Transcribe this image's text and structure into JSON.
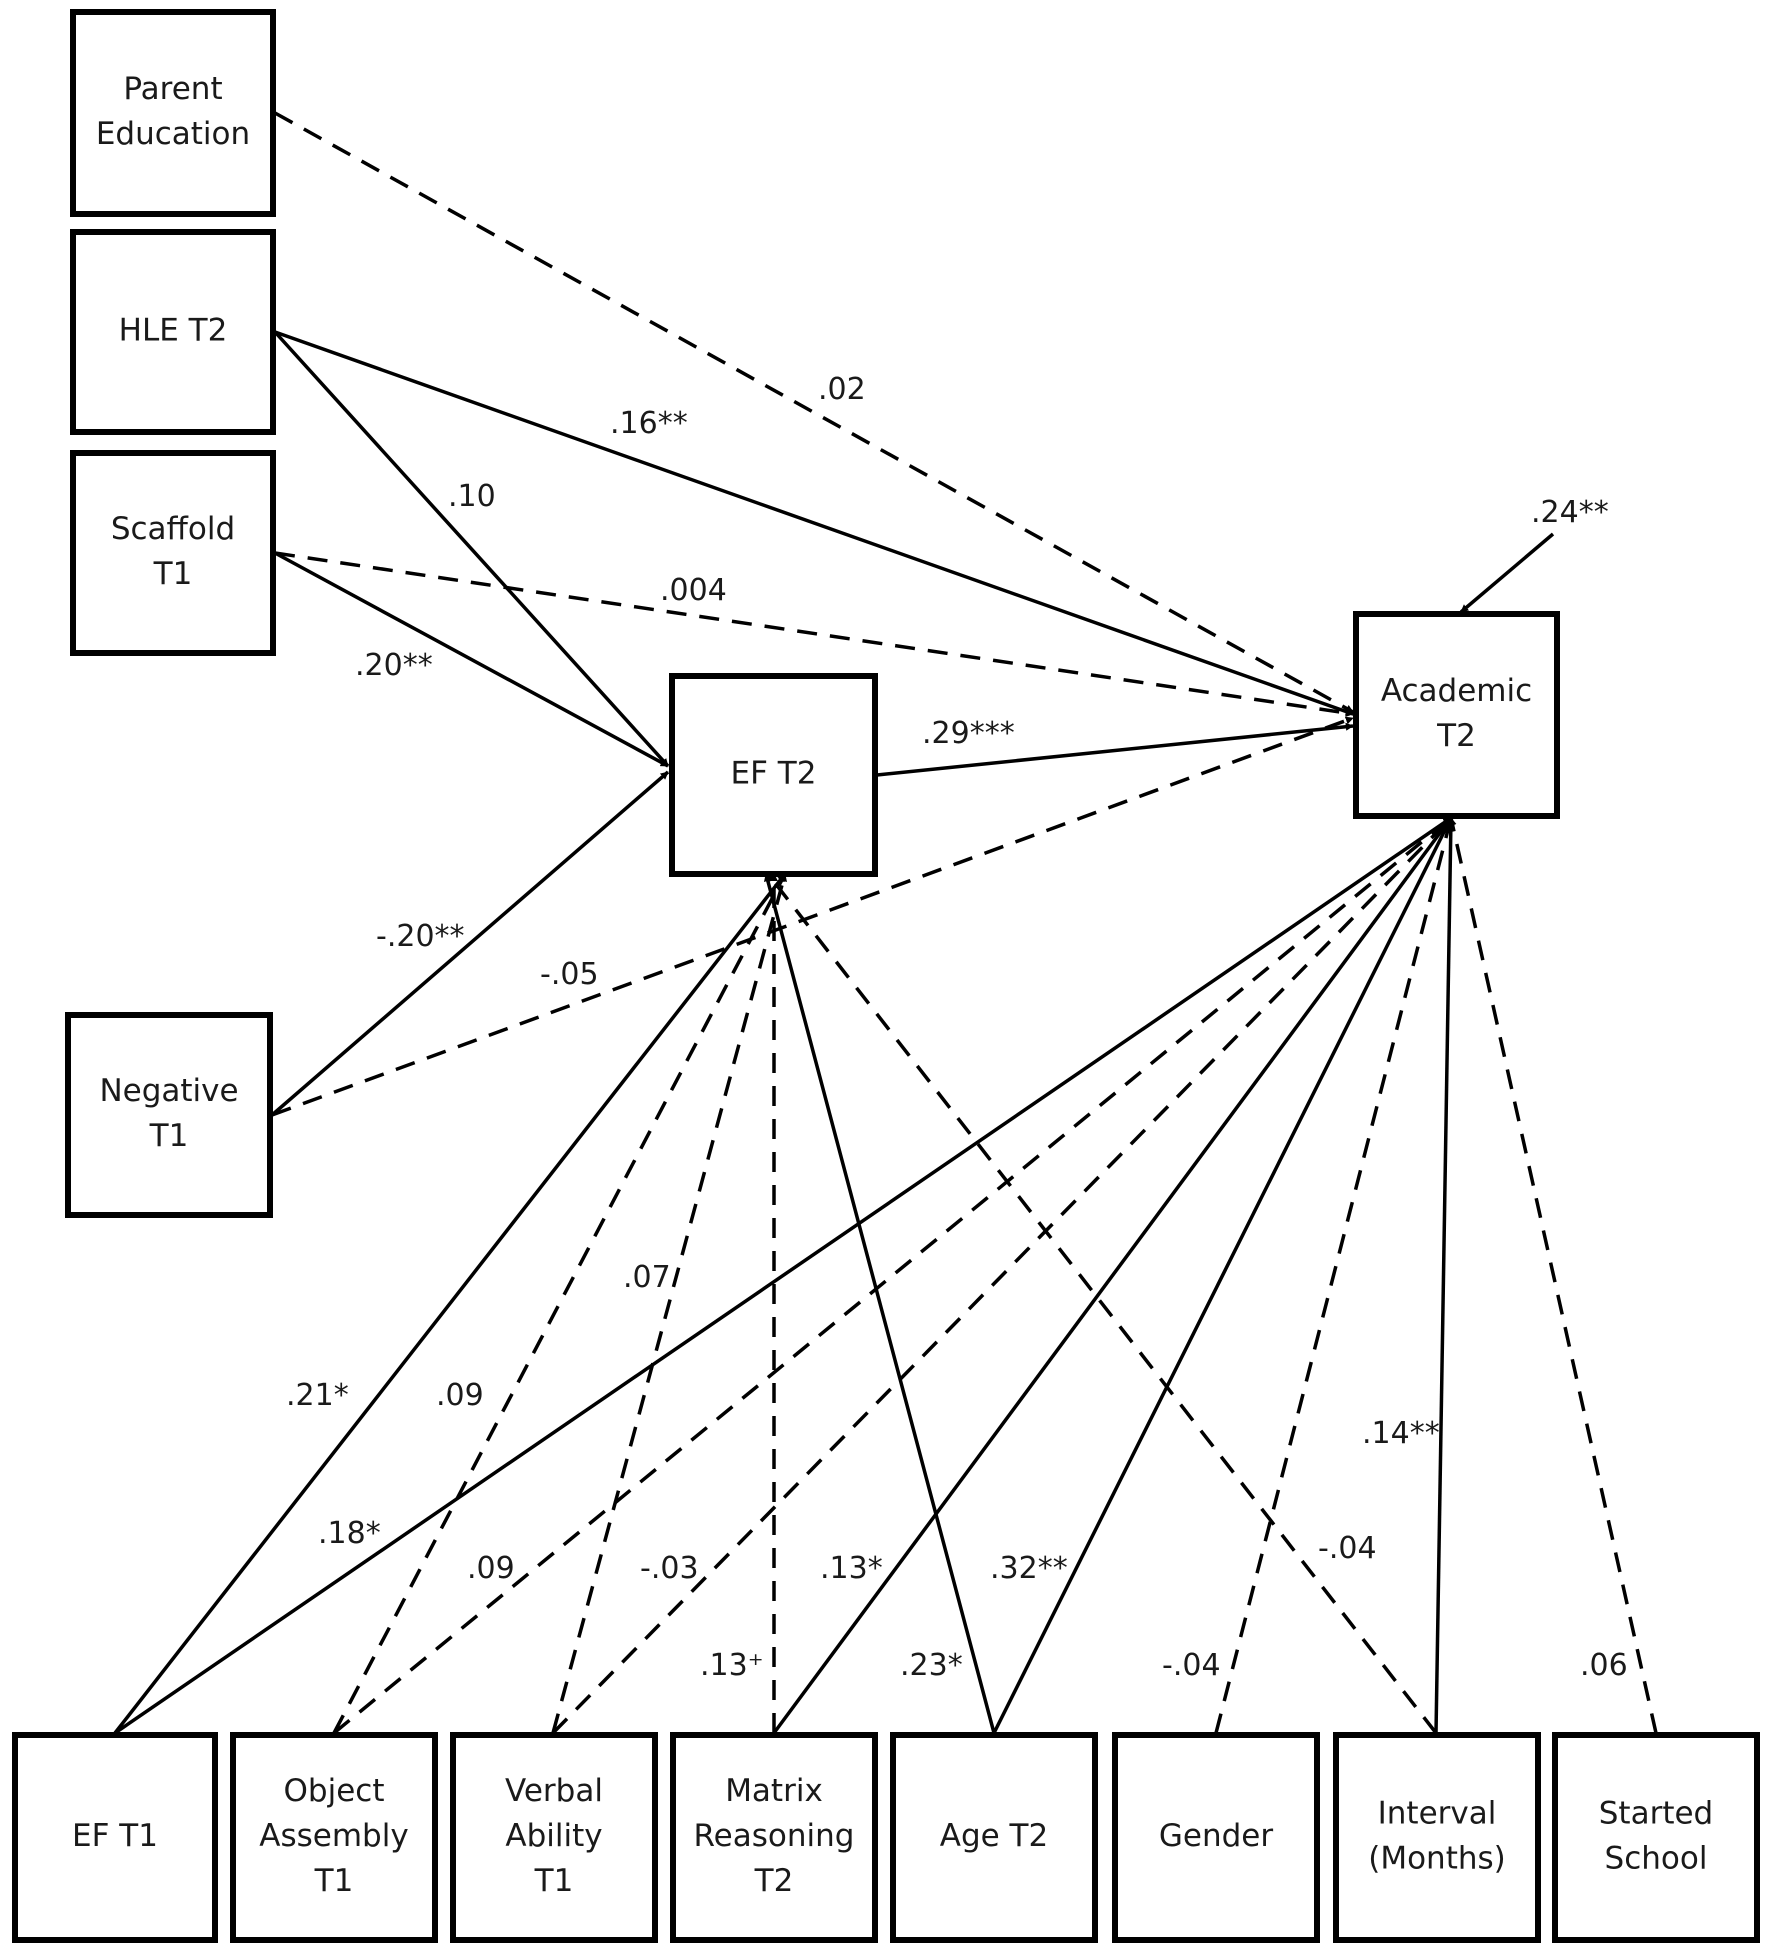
{
  "nodes": {
    "parent_education": [
      "Parent",
      "Education"
    ],
    "hle_t2": [
      "HLE T2"
    ],
    "scaffold_t1": [
      "Scaffold",
      "T1"
    ],
    "negative_t1": [
      "Negative",
      "T1"
    ],
    "ef_t2": [
      "EF T2"
    ],
    "academic_t2": [
      "Academic",
      "T2"
    ],
    "ef_t1": [
      "EF T1"
    ],
    "object_assembly_t1": [
      "Object",
      "Assembly",
      "T1"
    ],
    "verbal_ability_t1": [
      "Verbal",
      "Ability",
      "T1"
    ],
    "matrix_reasoning_t2": [
      "Matrix",
      "Reasoning",
      "T2"
    ],
    "age_t2": [
      "Age T2"
    ],
    "gender": [
      "Gender"
    ],
    "interval_months": [
      "Interval",
      "(Months)"
    ],
    "started_school": [
      "Started",
      "School"
    ]
  },
  "paths": [
    {
      "from": "parent_education",
      "to": "academic_t2",
      "coef": ".02",
      "significant": false
    },
    {
      "from": "hle_t2",
      "to": "academic_t2",
      "coef": ".16**",
      "significant": true
    },
    {
      "from": "hle_t2",
      "to": "ef_t2",
      "coef": ".10",
      "significant": true
    },
    {
      "from": "scaffold_t1",
      "to": "academic_t2",
      "coef": ".004",
      "significant": false
    },
    {
      "from": "scaffold_t1",
      "to": "ef_t2",
      "coef": ".20**",
      "significant": true
    },
    {
      "from": "ef_t2",
      "to": "academic_t2",
      "coef": ".29***",
      "significant": true
    },
    {
      "from": "negative_t1",
      "to": "ef_t2",
      "coef": "-.20**",
      "significant": true
    },
    {
      "from": "negative_t1",
      "to": "academic_t2",
      "coef": "-.05",
      "significant": false
    },
    {
      "from": "ef_t1",
      "to": "ef_t2",
      "coef": ".21*",
      "significant": true
    },
    {
      "from": "ef_t1",
      "to": "academic_t2",
      "coef": ".18*",
      "significant": true
    },
    {
      "from": "object_assembly_t1",
      "to": "ef_t2",
      "coef": ".09",
      "significant": false
    },
    {
      "from": "object_assembly_t1",
      "to": "academic_t2",
      "coef": ".09",
      "significant": false
    },
    {
      "from": "verbal_ability_t1",
      "to": "ef_t2",
      "coef": ".07",
      "significant": false
    },
    {
      "from": "verbal_ability_t1",
      "to": "academic_t2",
      "coef": "-.03",
      "significant": false
    },
    {
      "from": "matrix_reasoning_t2",
      "to": "ef_t2",
      "coef": ".13⁺",
      "significant": false
    },
    {
      "from": "matrix_reasoning_t2",
      "to": "academic_t2",
      "coef": ".13*",
      "significant": true
    },
    {
      "from": "age_t2",
      "to": "ef_t2",
      "coef": ".23*",
      "significant": true
    },
    {
      "from": "age_t2",
      "to": "academic_t2",
      "coef": ".32**",
      "significant": true
    },
    {
      "from": "gender",
      "to": "academic_t2",
      "coef": "-.04",
      "significant": false
    },
    {
      "from": "interval_months",
      "to": "ef_t2",
      "coef": "-.04",
      "significant": false
    },
    {
      "from": "interval_months",
      "to": "academic_t2",
      "coef": ".14**",
      "significant": true
    },
    {
      "from": "started_school",
      "to": "academic_t2",
      "coef": ".06",
      "significant": false
    }
  ],
  "residual": {
    "target": "academic_t2",
    "coef": ".24**"
  }
}
